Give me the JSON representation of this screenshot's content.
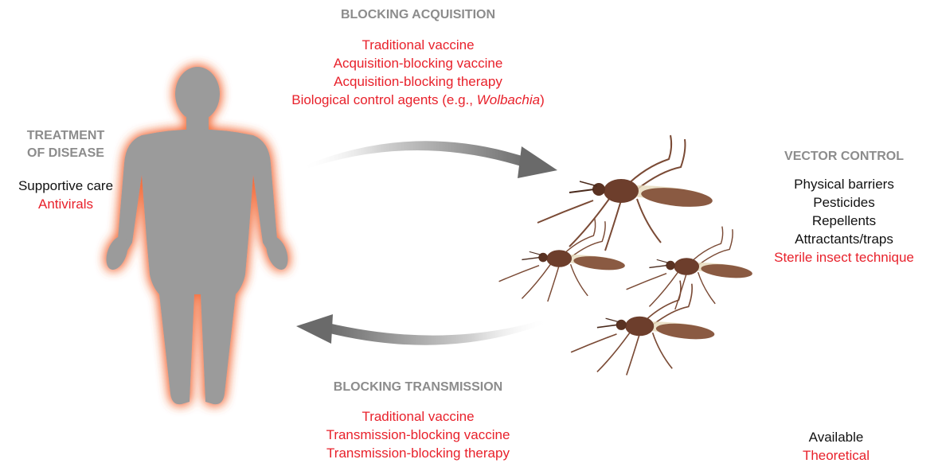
{
  "blocking_acquisition": {
    "heading": "BLOCKING ACQUISITION",
    "items": [
      {
        "text": "Traditional vaccine",
        "status": "theoretical"
      },
      {
        "text": "Acquisition-blocking vaccine",
        "status": "theoretical"
      },
      {
        "text": "Acquisition-blocking therapy",
        "status": "theoretical"
      },
      {
        "text_prefix": "Biological control agents (e.g., ",
        "text_italic": "Wolbachia",
        "text_suffix": ")",
        "status": "theoretical"
      }
    ]
  },
  "treatment": {
    "heading_line1": "TREATMENT",
    "heading_line2": "OF DISEASE",
    "items": [
      {
        "text": "Supportive care",
        "status": "available"
      },
      {
        "text": "Antivirals",
        "status": "theoretical"
      }
    ]
  },
  "vector_control": {
    "heading": "VECTOR CONTROL",
    "items": [
      {
        "text": "Physical barriers",
        "status": "available"
      },
      {
        "text": "Pesticides",
        "status": "available"
      },
      {
        "text": "Repellents",
        "status": "available"
      },
      {
        "text": "Attractants/traps",
        "status": "available"
      },
      {
        "text": "Sterile insect technique",
        "status": "theoretical"
      }
    ]
  },
  "blocking_transmission": {
    "heading": "BLOCKING TRANSMISSION",
    "items": [
      {
        "text": "Traditional vaccine",
        "status": "theoretical"
      },
      {
        "text": "Transmission-blocking vaccine",
        "status": "theoretical"
      },
      {
        "text": "Transmission-blocking therapy",
        "status": "theoretical"
      }
    ]
  },
  "legend": {
    "available": "Available",
    "theoretical": "Theoretical"
  },
  "colors": {
    "available": "#111111",
    "theoretical": "#e8212b",
    "heading": "#8c8c8c",
    "human": "#9b9b9b",
    "human_glow": "#f26b3a",
    "mosquito": "#7a4a35"
  },
  "icons": [
    "human-figure-icon",
    "mosquito-icon",
    "arrow-icon"
  ]
}
